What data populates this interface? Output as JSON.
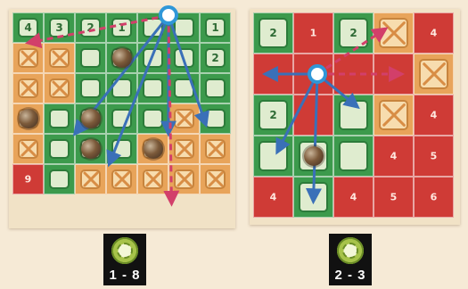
{
  "boards": [
    {
      "cols": 7,
      "rows": [
        [
          "g:4",
          "g:3",
          "g:2",
          "g:1",
          "g:",
          "g:",
          "g:1"
        ],
        [
          "o:",
          "o:",
          "g:",
          "g:",
          "g:",
          "g:",
          "g:2"
        ],
        [
          "o:",
          "o:",
          "g:",
          "g:",
          "g:",
          "g:",
          "g:"
        ],
        [
          "o:",
          "g:",
          "g:",
          "g:",
          "g:",
          "o:",
          "g:"
        ],
        [
          "o:",
          "g:",
          "g:",
          "g:",
          "o:",
          "o:",
          "o:"
        ],
        [
          "r:9",
          "g:",
          "o:",
          "o:",
          "o:",
          "o:",
          "o:"
        ]
      ],
      "robots_at": [
        [
          1,
          3
        ],
        [
          3,
          0
        ],
        [
          3,
          2
        ],
        [
          4,
          2
        ],
        [
          4,
          4
        ]
      ],
      "arrows": [
        {
          "type": "dashed",
          "color": "#d23f6a",
          "to": [
            0.5,
            1
          ]
        },
        {
          "type": "solid",
          "color": "#3a70b8",
          "to": [
            2.0,
            4.0
          ]
        },
        {
          "type": "solid",
          "color": "#3a70b8",
          "to": [
            3.1,
            5.0
          ]
        },
        {
          "type": "solid",
          "color": "#3a70b8",
          "to": [
            5.0,
            4.0
          ]
        },
        {
          "type": "solid",
          "color": "#3a70b8",
          "to": [
            6.2,
            3.7
          ]
        },
        {
          "type": "dashed",
          "color": "#d23f6a",
          "to": [
            5.1,
            6.3
          ]
        }
      ],
      "origin": [
        5.0,
        0.1
      ],
      "badge": "1 - 8"
    },
    {
      "cols": 5,
      "rows": [
        [
          "g:2",
          "r:1",
          "g:2",
          "o:",
          "r:4"
        ],
        [
          "r:",
          "r:",
          "r:",
          "r:",
          "o:"
        ],
        [
          "g:2",
          "r:",
          "g:",
          "o:",
          "r:4"
        ],
        [
          "g:",
          "g:",
          "g:",
          "r:4",
          "r:5"
        ],
        [
          "r:4",
          "g:",
          "r:4",
          "r:5",
          "r:6"
        ]
      ],
      "robots_at": [
        [
          3,
          1
        ]
      ],
      "arrows": [
        {
          "type": "dashed",
          "color": "#d23f6a",
          "to": [
            3.3,
            0.4
          ]
        },
        {
          "type": "dashed",
          "color": "#d23f6a",
          "to": [
            3.7,
            1.5
          ]
        },
        {
          "type": "solid",
          "color": "#3a70b8",
          "to": [
            0.3,
            1.5
          ]
        },
        {
          "type": "solid",
          "color": "#3a70b8",
          "to": [
            2.6,
            2.3
          ]
        },
        {
          "type": "solid",
          "color": "#3a70b8",
          "to": [
            0.6,
            3.4
          ]
        },
        {
          "type": "solid",
          "color": "#3a70b8",
          "to": [
            1.5,
            4.6
          ]
        }
      ],
      "origin": [
        1.6,
        1.5
      ],
      "badge": "2 - 3"
    }
  ]
}
